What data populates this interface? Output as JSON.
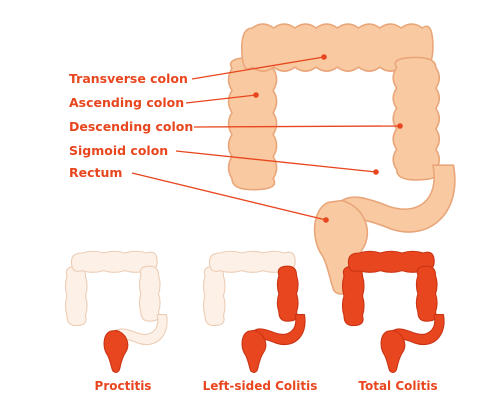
{
  "colors": {
    "accent": "#e8461e",
    "colon_fill": "#f9c9a1",
    "colon_stroke": "#e9a67a",
    "faded_fill": "#fdf0e6",
    "faded_stroke": "#eccdb6",
    "inflamed_fill": "#e8461e",
    "inflamed_stroke": "#c93414"
  },
  "anatomy": {
    "labels": [
      {
        "id": "transverse",
        "text": "Transverse colon"
      },
      {
        "id": "ascending",
        "text": "Ascending colon"
      },
      {
        "id": "descending",
        "text": "Descending colon"
      },
      {
        "id": "sigmoid",
        "text": "Sigmoid colon"
      },
      {
        "id": "rectum",
        "text": "Rectum"
      }
    ]
  },
  "types": [
    {
      "id": "proctitis",
      "caption": "Proctitis",
      "affected": [
        "rectum"
      ]
    },
    {
      "id": "left-sided",
      "caption": "Left-sided Colitis",
      "affected": [
        "rectum",
        "sigmoid",
        "descending"
      ]
    },
    {
      "id": "total",
      "caption": "Total Colitis",
      "affected": [
        "rectum",
        "sigmoid",
        "descending",
        "transverse",
        "ascending"
      ]
    }
  ]
}
